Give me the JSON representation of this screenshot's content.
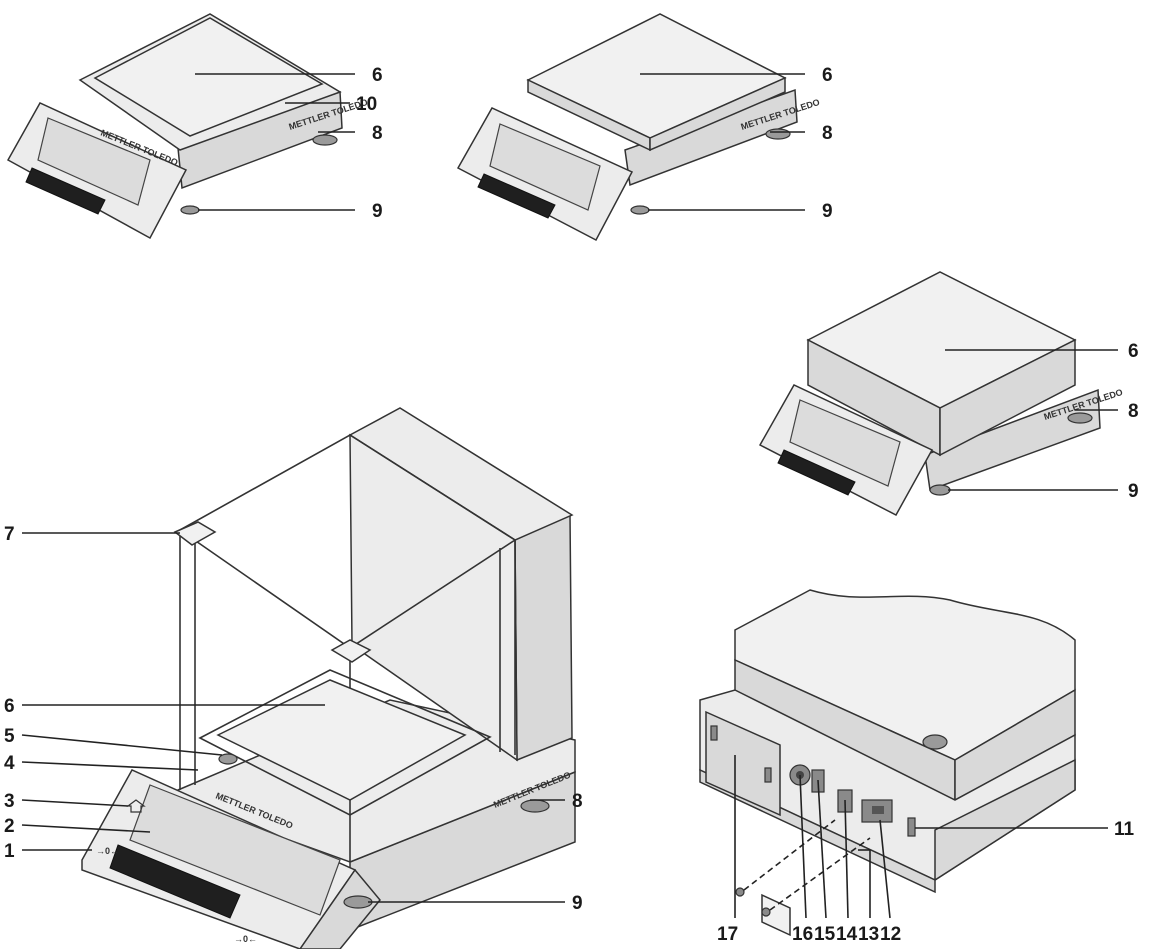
{
  "brand_label": "METTLER TOLEDO",
  "callouts": {
    "c1": "1",
    "c2": "2",
    "c3": "3",
    "c4": "4",
    "c5": "5",
    "c6": "6",
    "c7": "7",
    "c8": "8",
    "c9": "9",
    "c10": "10",
    "c11": "11",
    "c12": "12",
    "c13": "13",
    "c14": "14",
    "c15": "15",
    "c16": "16",
    "c17": "17"
  }
}
